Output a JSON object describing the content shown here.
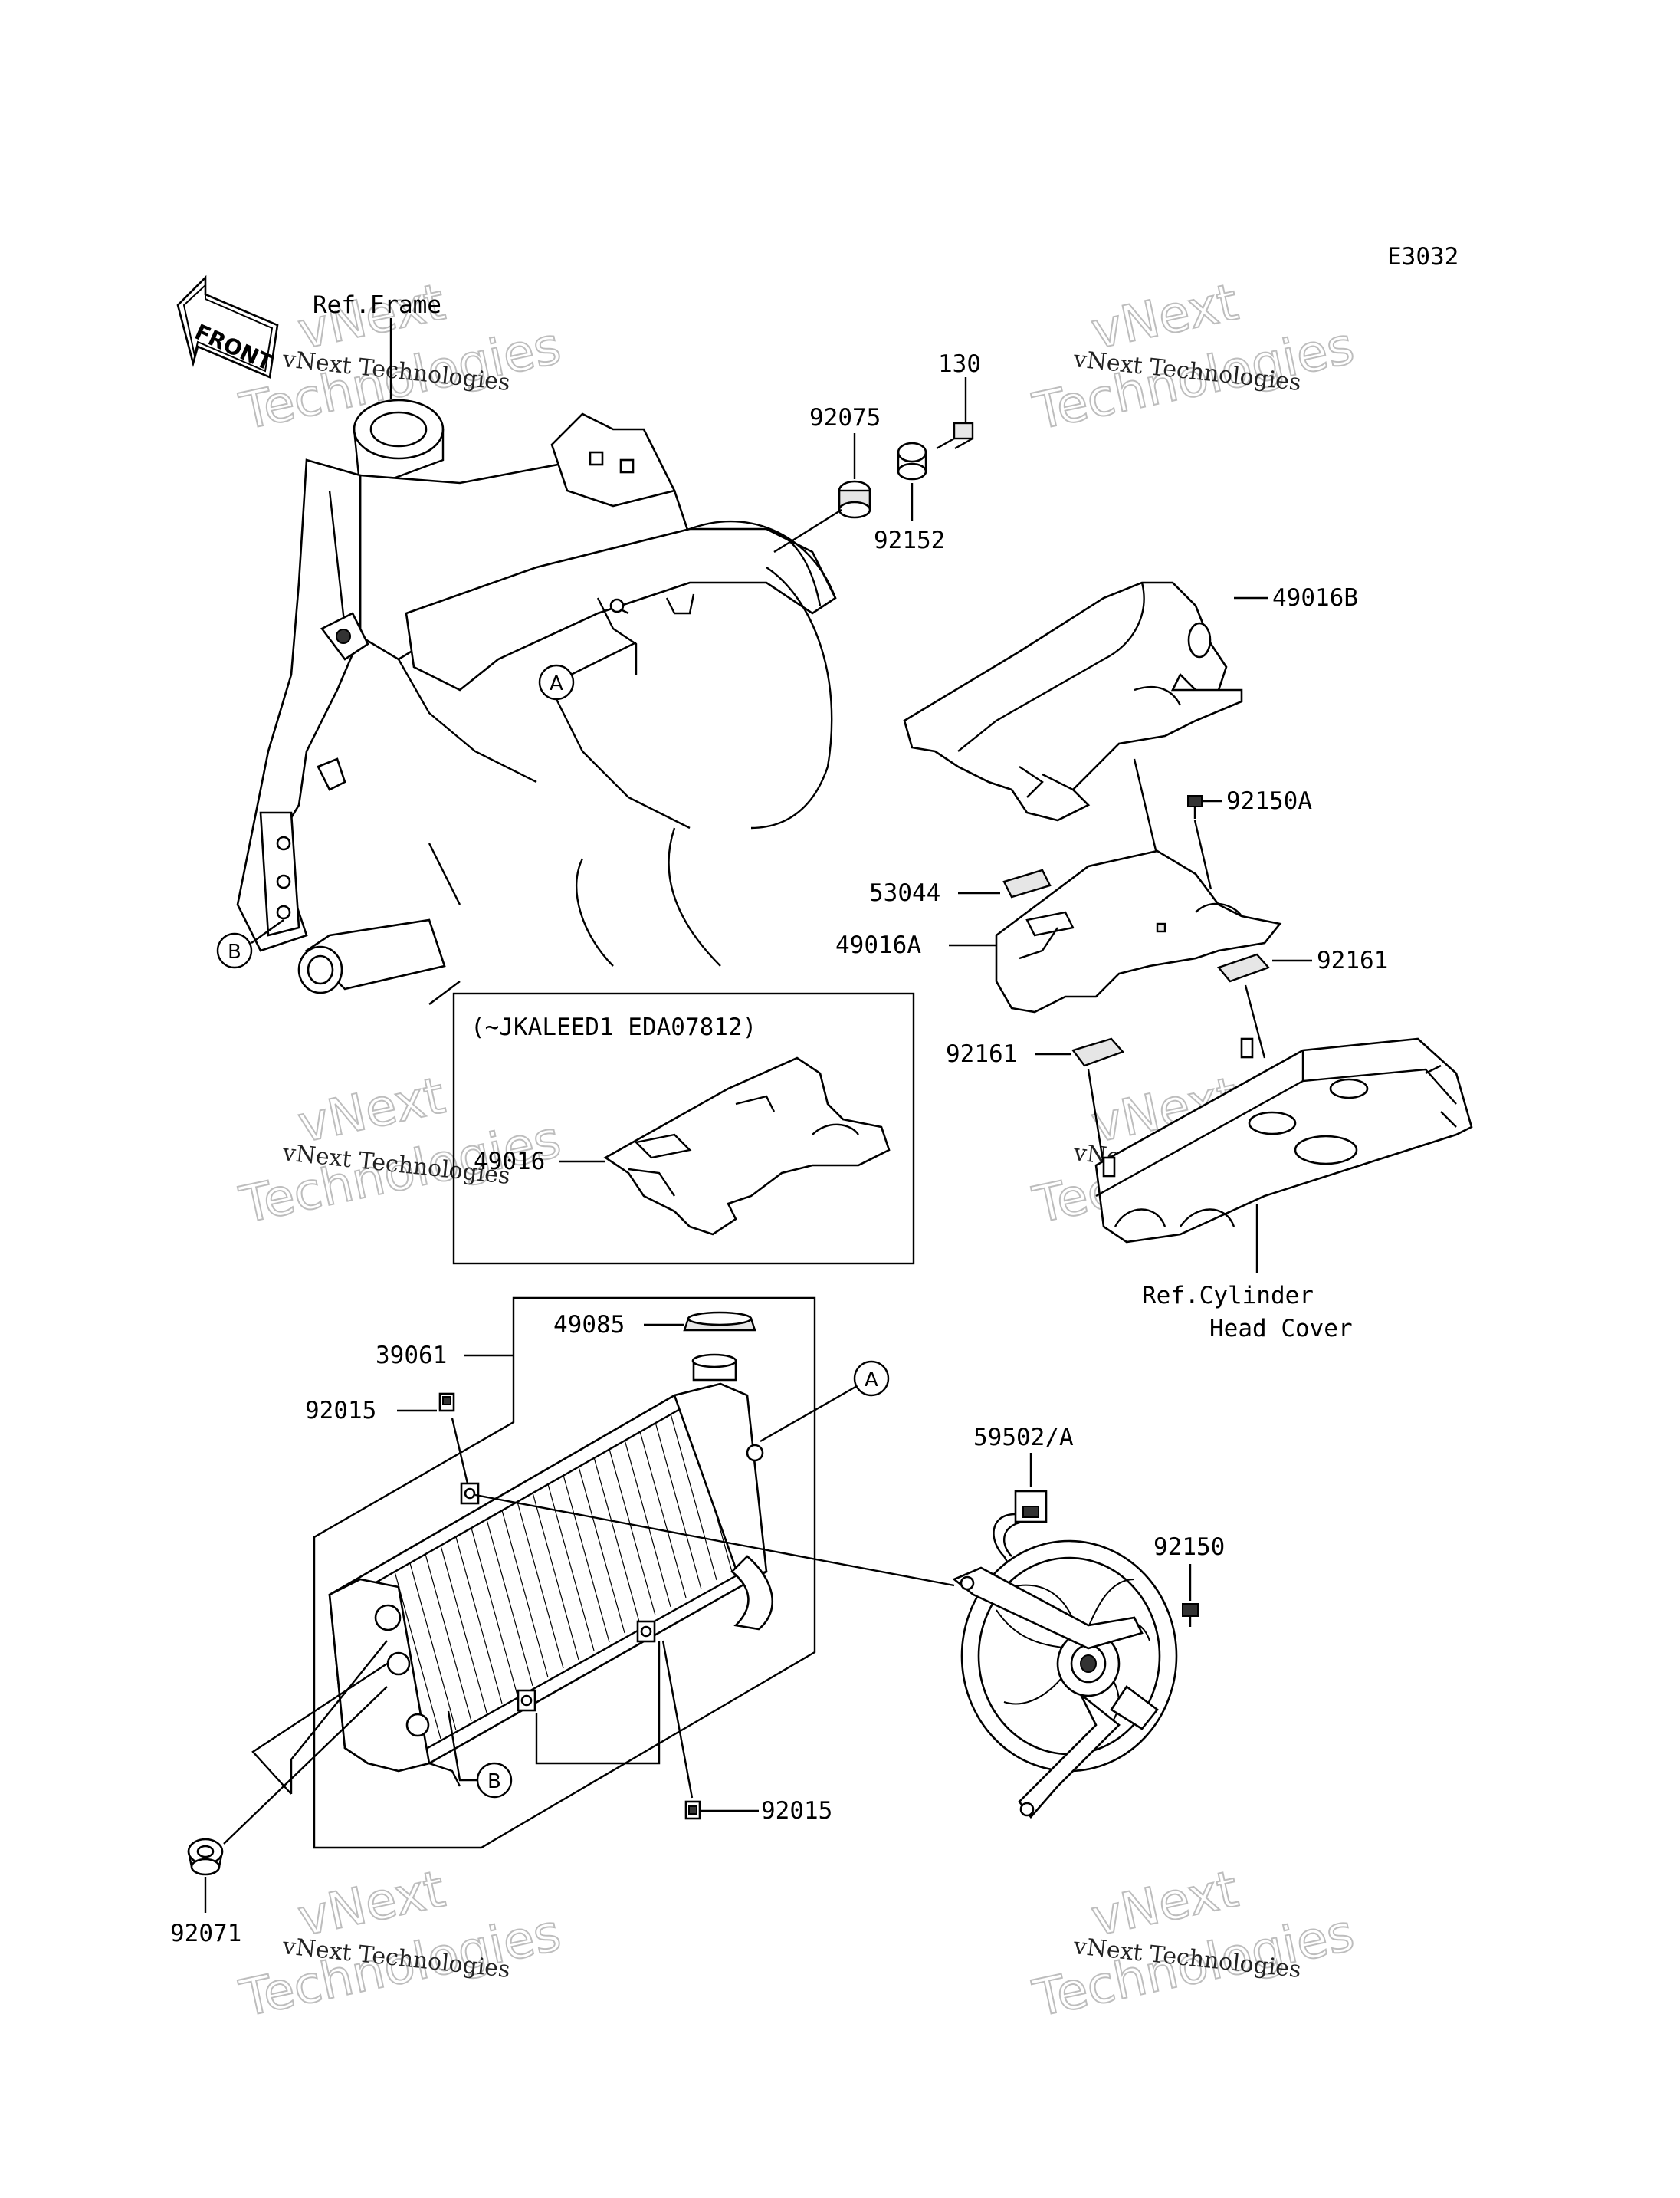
{
  "diagram": {
    "code": "E3032",
    "front_label": "FRONT",
    "ref_frame": "Ref.Frame",
    "ref_cylinder": [
      "Ref.Cylinder",
      "Head Cover"
    ],
    "inset_note": "(~JKALEED1 EDA07812)",
    "callouts": {
      "A": "A",
      "B": "B"
    },
    "parts": {
      "p130": "130",
      "p92075": "92075",
      "p92152": "92152",
      "p49016B": "49016B",
      "p92150A": "92150A",
      "p53044": "53044",
      "p49016A": "49016A",
      "p92161a": "92161",
      "p92161b": "92161",
      "p49016": "49016",
      "p49085": "49085",
      "p39061": "39061",
      "p92015a": "92015",
      "p92015b": "92015",
      "p59502": "59502/A",
      "p92150": "92150",
      "p92071": "92071"
    }
  },
  "watermark": {
    "line1": "vNext Technologies",
    "line2a": "vNext",
    "line2b": "Technologies"
  }
}
